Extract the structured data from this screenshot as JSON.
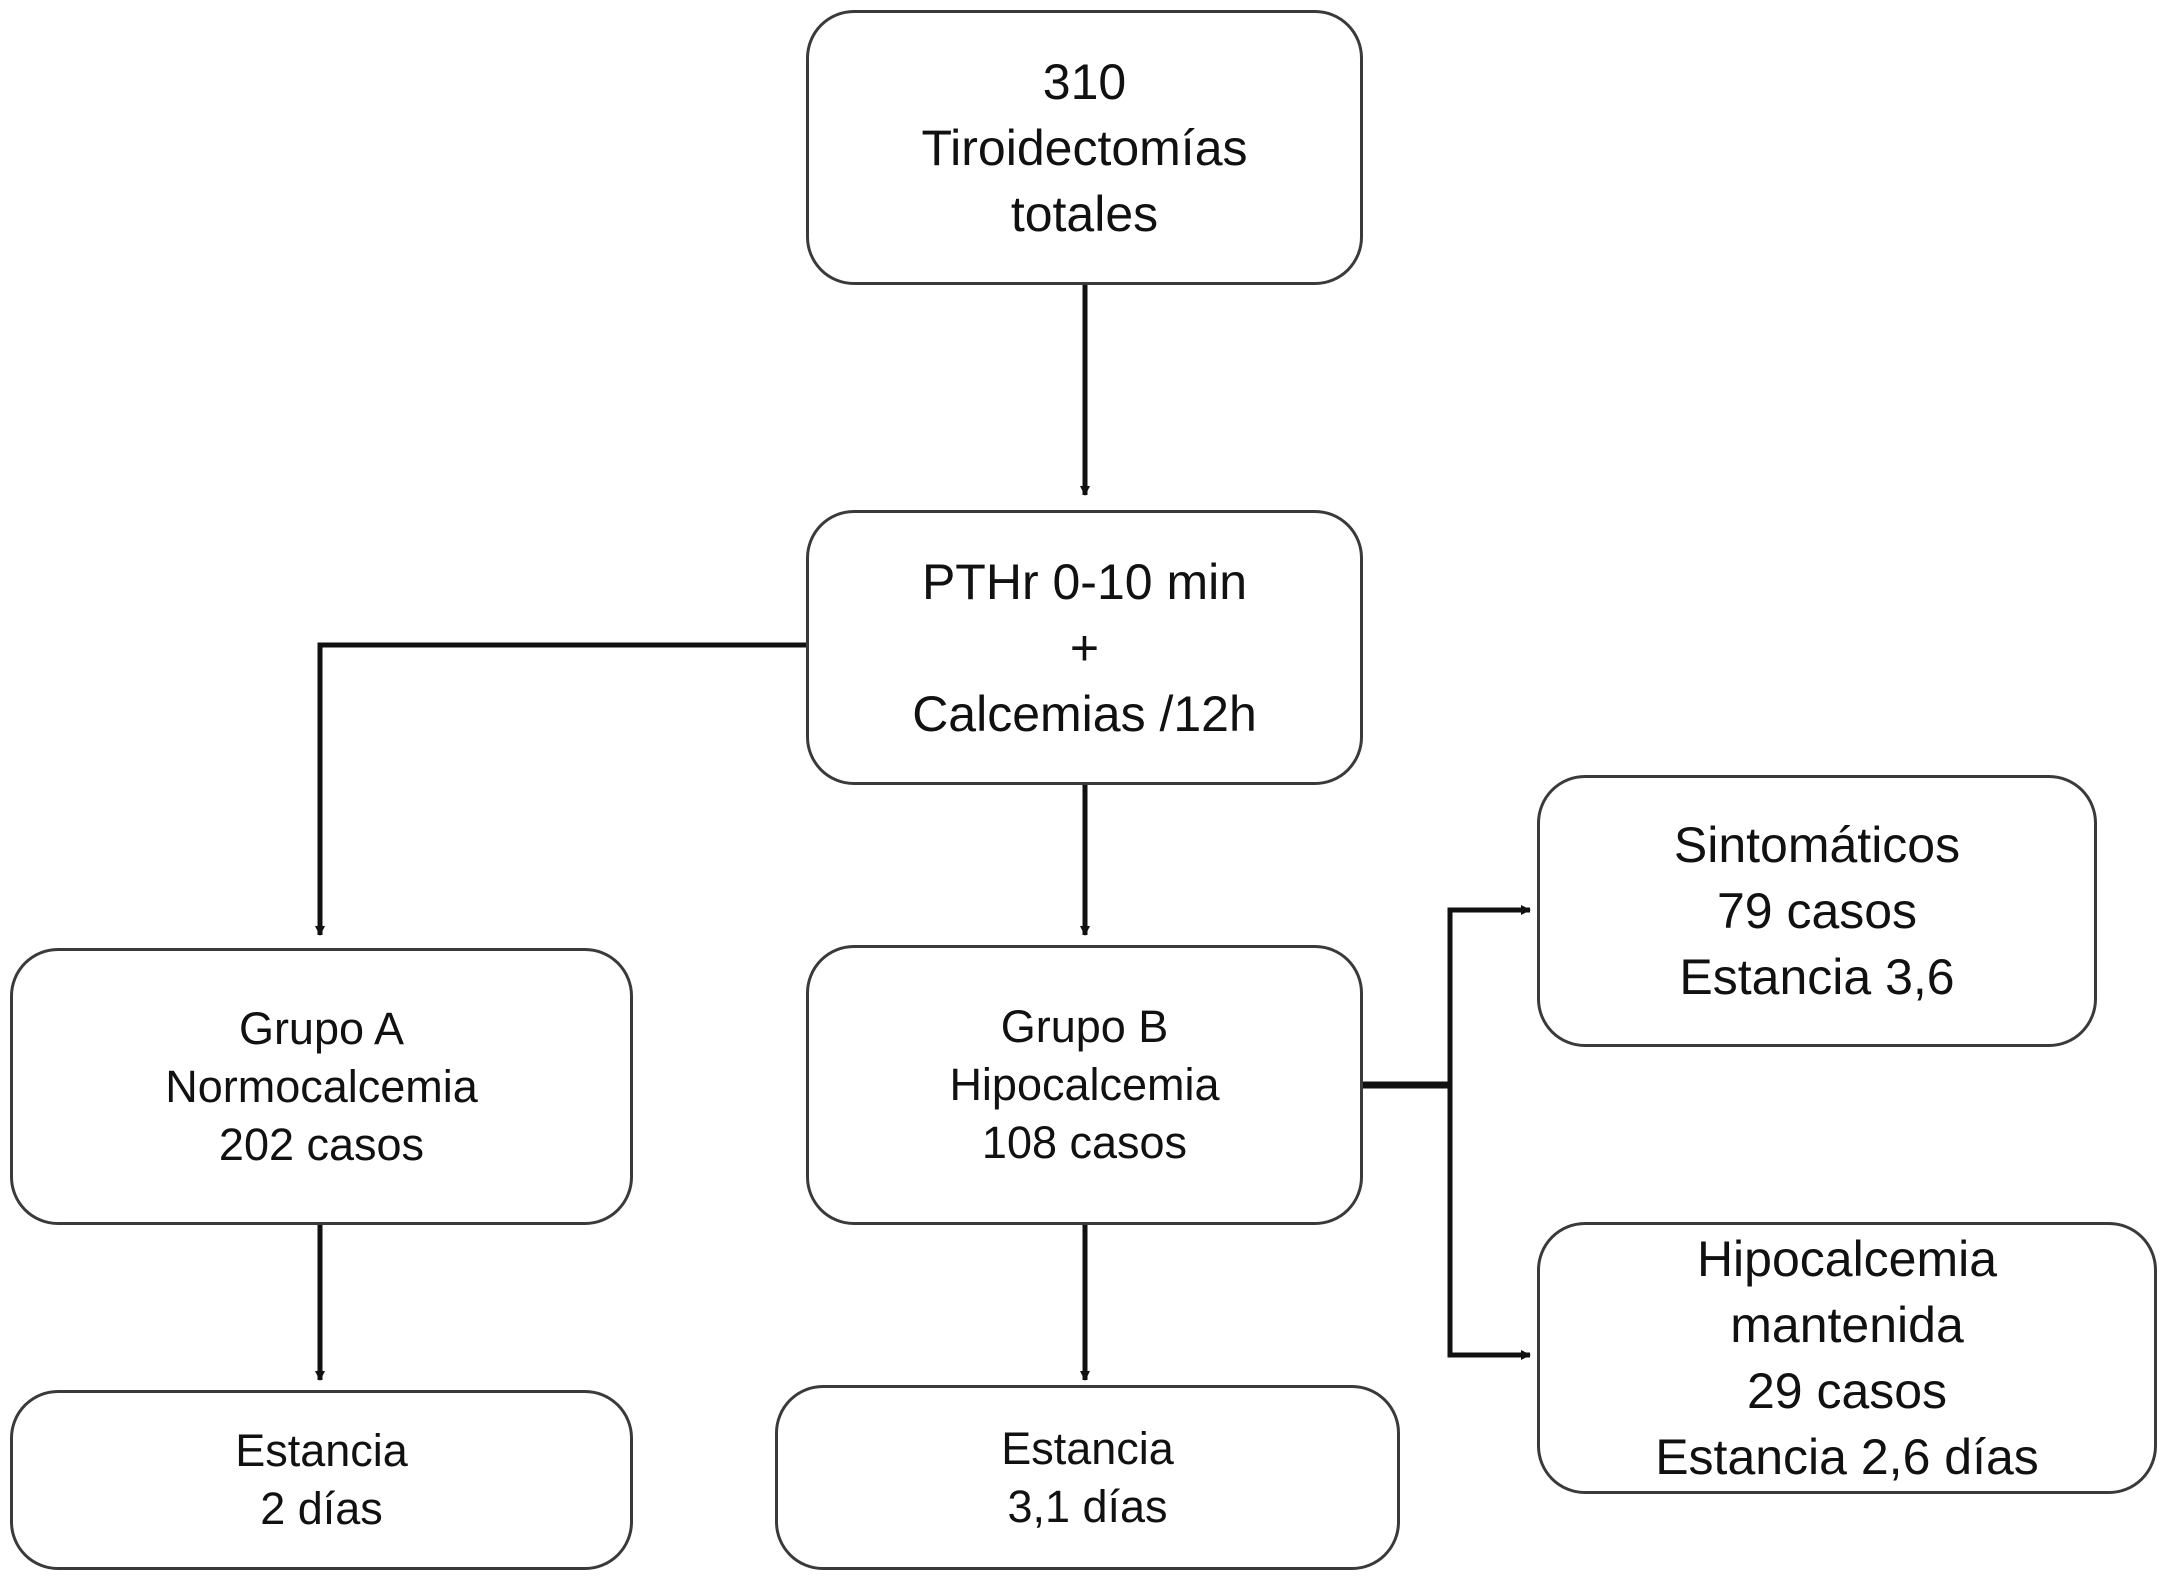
{
  "nodes": {
    "start": {
      "lines": [
        "310",
        "Tiroidectomías",
        "totales"
      ]
    },
    "pth": {
      "lines": [
        "PTHr 0-10 min",
        "+",
        "Calcemias /12h"
      ]
    },
    "groupA": {
      "lines": [
        "Grupo A",
        "Normocalcemia",
        "202 casos"
      ]
    },
    "groupB": {
      "lines": [
        "Grupo B",
        "Hipocalcemia",
        "108 casos"
      ]
    },
    "stayA": {
      "lines": [
        "Estancia",
        "2 días"
      ]
    },
    "stayB": {
      "lines": [
        "Estancia",
        "3,1 días"
      ]
    },
    "sintomaticos": {
      "lines": [
        "Sintomáticos",
        "79 casos",
        "Estancia 3,6"
      ]
    },
    "mantenida": {
      "lines": [
        "Hipocalcemia",
        "mantenida",
        "29 casos",
        "Estancia 2,6 días"
      ]
    }
  },
  "edges": [
    {
      "from": "start",
      "to": "pth"
    },
    {
      "from": "pth",
      "to": "groupA"
    },
    {
      "from": "pth",
      "to": "groupB"
    },
    {
      "from": "groupA",
      "to": "stayA"
    },
    {
      "from": "groupB",
      "to": "stayB"
    },
    {
      "from": "groupB",
      "to": "sintomaticos"
    },
    {
      "from": "groupB",
      "to": "mantenida"
    }
  ],
  "colors": {
    "stroke": "#111111",
    "border": "#3a3a3a"
  }
}
